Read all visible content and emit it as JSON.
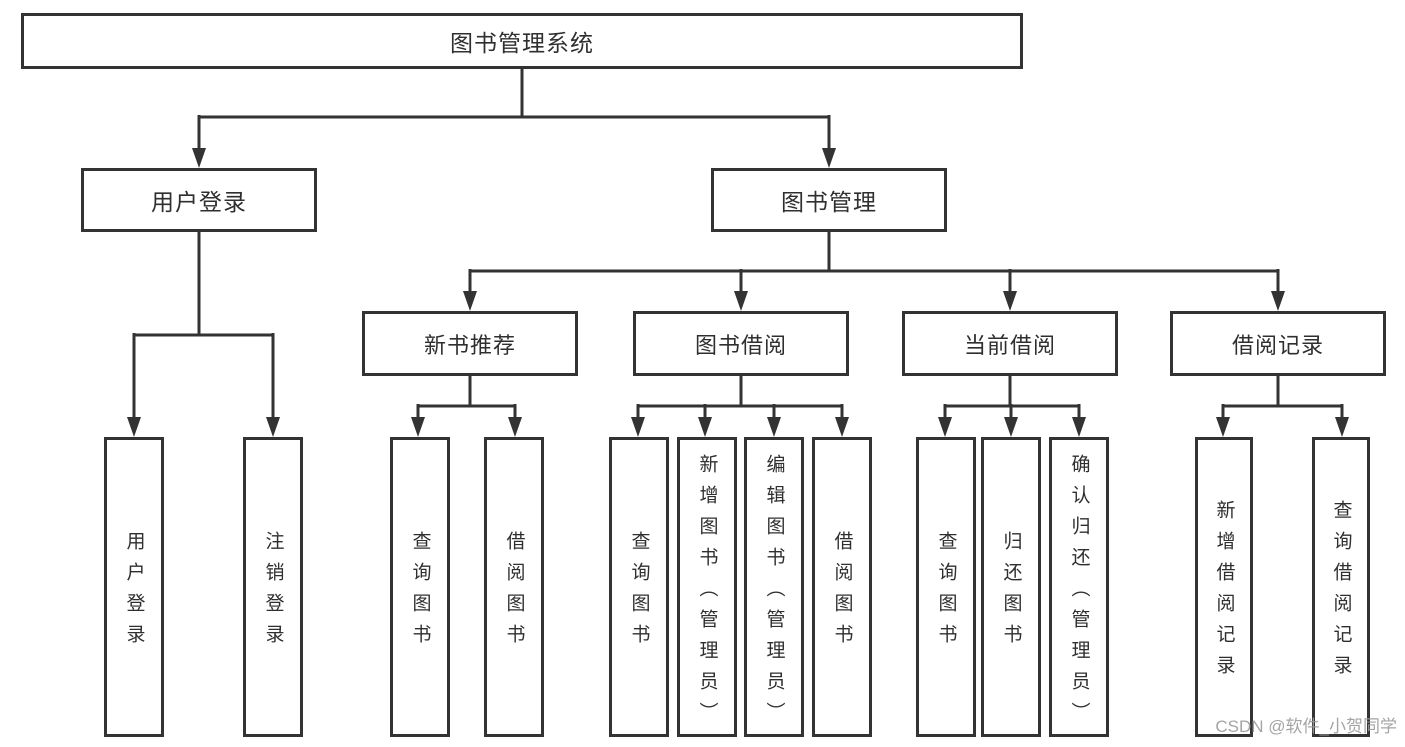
{
  "colors": {
    "line": "#333333",
    "box_bg": "#ffffff",
    "text": "#2f2f2f",
    "watermark": "#9b9b9b"
  },
  "watermark": {
    "text": "CSDN @软件_小贺同学"
  },
  "tree": {
    "root": {
      "label": "图书管理系统"
    },
    "children": [
      {
        "label": "用户登录",
        "children": [
          {
            "label": "用户登录"
          },
          {
            "label": "注销登录"
          }
        ]
      },
      {
        "label": "图书管理",
        "children": [
          {
            "label": "新书推荐",
            "children": [
              {
                "label": "查询图书"
              },
              {
                "label": "借阅图书"
              }
            ]
          },
          {
            "label": "图书借阅",
            "children": [
              {
                "label": "查询图书"
              },
              {
                "label": "新增图书（管理员）"
              },
              {
                "label": "编辑图书（管理员）"
              },
              {
                "label": "借阅图书"
              }
            ]
          },
          {
            "label": "当前借阅",
            "children": [
              {
                "label": "查询图书"
              },
              {
                "label": "归还图书"
              },
              {
                "label": "确认归还（管理员）"
              }
            ]
          },
          {
            "label": "借阅记录",
            "children": [
              {
                "label": "新增借阅记录"
              },
              {
                "label": "查询借阅记录"
              }
            ]
          }
        ]
      }
    ]
  }
}
